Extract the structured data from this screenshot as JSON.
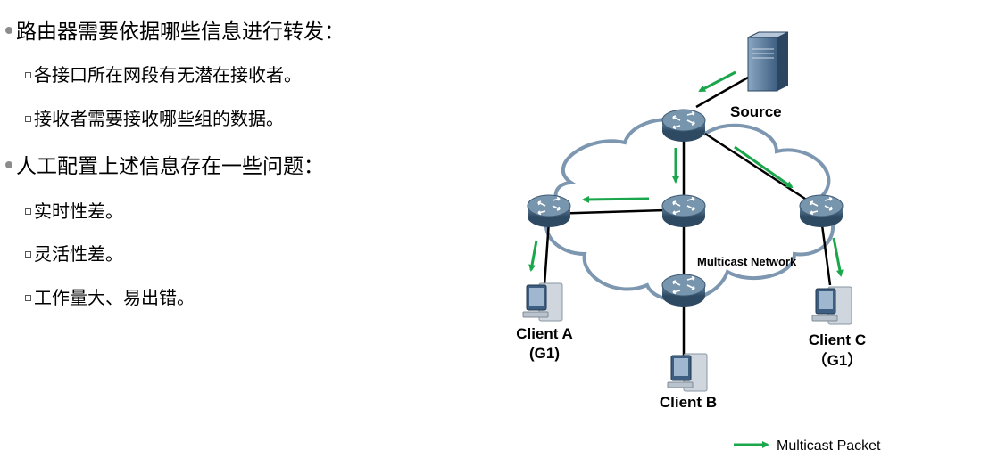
{
  "bullets": {
    "b1": "路由器需要依据哪些信息进行转发：",
    "b1_1": "各接口所在网段有无潜在接收者。",
    "b1_2": "接收者需要接收哪些组的数据。",
    "b2": "人工配置上述信息存在一些问题：",
    "b2_1": "实时性差。",
    "b2_2": "灵活性差。",
    "b2_3": "工作量大、易出错。"
  },
  "diagram": {
    "source_label": "Source",
    "network_label": "Multicast Network",
    "client_a": "Client A",
    "client_a_group": "(G1)",
    "client_b": "Client B",
    "client_c": "Client C",
    "client_c_group": "（G1）",
    "legend": "Multicast Packet",
    "colors": {
      "arrow": "#1aa64a",
      "link": "#000000",
      "cloud_stroke": "#7e97b1"
    }
  }
}
